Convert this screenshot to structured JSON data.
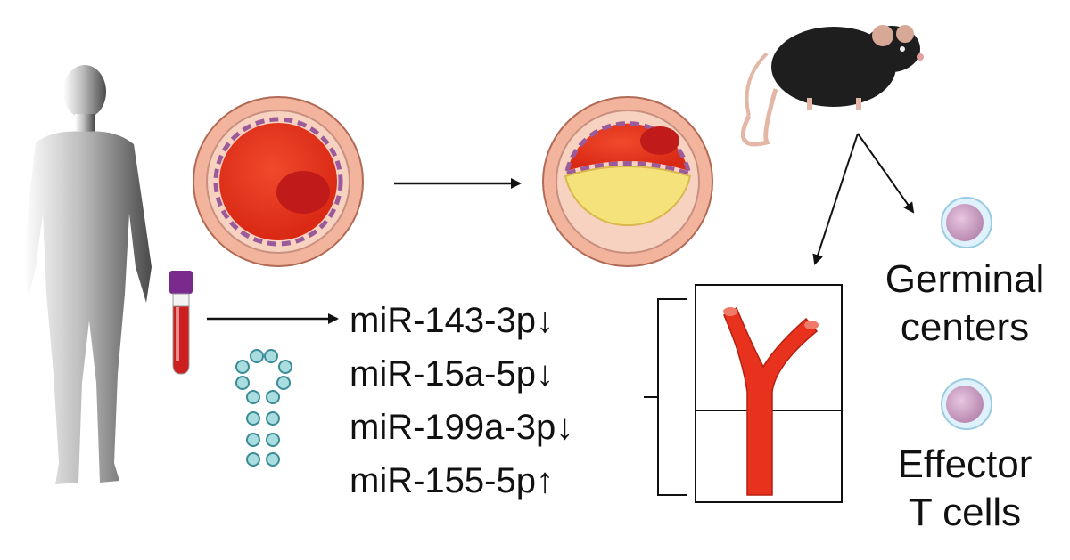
{
  "mirnas": [
    {
      "name": "miR-143-3p",
      "direction": "↓"
    },
    {
      "name": "miR-15a-5p",
      "direction": "↓"
    },
    {
      "name": "miR-199a-3p",
      "direction": "↓"
    },
    {
      "name": "miR-155-5p",
      "direction": "↑"
    }
  ],
  "outcomes": {
    "germinal": [
      "Germinal",
      "centers"
    ],
    "effector": [
      "Effector",
      "T cells"
    ]
  },
  "colors": {
    "artery_red": "#e8321e",
    "vessel_wall": "#f2b49c",
    "plaque_yellow": "#f5e27a",
    "tube_cap": "#7a2a8c",
    "rna_bead": "#a9dde0"
  }
}
